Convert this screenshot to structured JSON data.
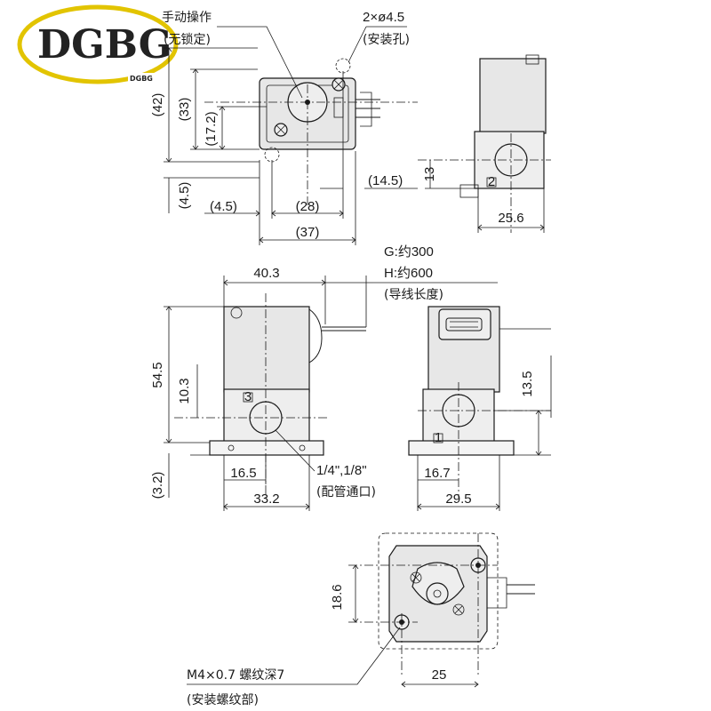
{
  "logo": {
    "text": "DGBG",
    "subtext": "DGBG",
    "accent_color": "#e2c400"
  },
  "top_view": {
    "manual_override": "手动操作",
    "manual_override_note": "(无锁定)",
    "mount_hole": "2×ø4.5",
    "mount_hole_note": "(安装孔)",
    "dims": [
      "(42)",
      "(33)",
      "(17.2)",
      "(4.5)",
      "(4.5)",
      "(28)",
      "(37)",
      "(14.5)"
    ]
  },
  "side_view_right_top": {
    "dims": [
      "13",
      "25.6"
    ],
    "port_mark": "2"
  },
  "front_view": {
    "dims": [
      "40.3",
      "54.5",
      "10.3",
      "(3.2)",
      "16.5",
      "33.2"
    ],
    "port_label": "1/4\",1/8\"",
    "port_label_note": "(配管通口)",
    "port_mark": "3"
  },
  "lead_wire": {
    "g": "G:约300",
    "h": "H:约600",
    "note": "(导线长度)"
  },
  "right_view": {
    "dims": [
      "13.5",
      "16.7",
      "29.5"
    ],
    "port_mark": "1"
  },
  "bottom_view": {
    "dims": [
      "18.6",
      "25"
    ],
    "thread": "M4×0.7  螺纹深7",
    "thread_note": "(安装螺纹部)"
  }
}
